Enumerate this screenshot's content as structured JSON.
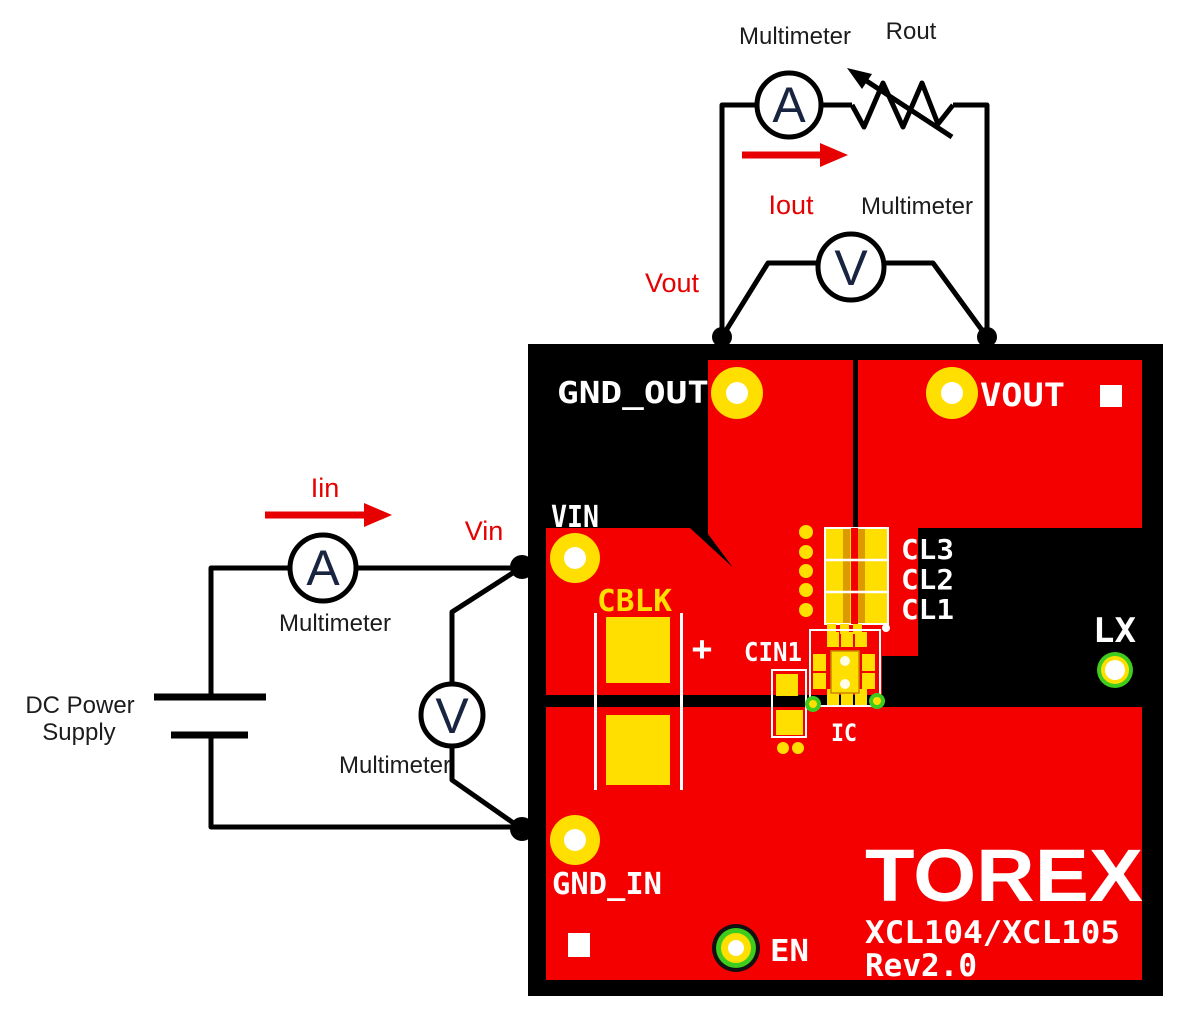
{
  "diagram": {
    "output_circuit": {
      "multimeter_top_label": "Multimeter",
      "rout_label": "Rout",
      "ammeter_symbol": "A",
      "current_label": "Iout",
      "multimeter_right_label": "Multimeter",
      "voltmeter_symbol": "V",
      "voltage_label": "Vout"
    },
    "input_circuit": {
      "current_label": "Iin",
      "voltage_label": "Vin",
      "ammeter_symbol": "A",
      "multimeter_a_label": "Multimeter",
      "voltmeter_symbol": "V",
      "multimeter_v_label": "Multimeter",
      "supply_label_line1": "DC Power",
      "supply_label_line2": "Supply"
    },
    "board": {
      "labels": {
        "gnd_out": "GND_OUT",
        "vout": "VOUT",
        "vin": "VIN",
        "cblk": "CBLK",
        "cblk_plus": "+",
        "cin1": "CIN1",
        "ic": "IC",
        "cl3": "CL3",
        "cl2": "CL2",
        "cl1": "CL1",
        "lx": "LX",
        "gnd_in": "GND_IN",
        "en": "EN",
        "brand": "TOREX",
        "part": "XCL104/XCL105",
        "revision": "Rev2.0"
      },
      "colors": {
        "board": "#000000",
        "copper": "#f40000",
        "pad": "#ffdf00",
        "silkscreen": "#ffffff",
        "via_ring": "#3ecc1e"
      }
    },
    "colors": {
      "annotation_red": "#e60000",
      "wire": "#000000"
    }
  }
}
